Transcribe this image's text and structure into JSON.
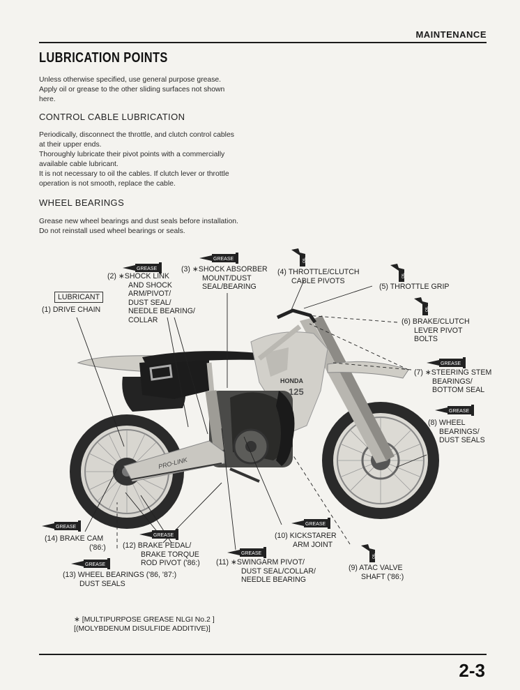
{
  "header": {
    "section": "MAINTENANCE"
  },
  "title": "LUBRICATION POINTS",
  "intro": [
    "Unless otherwise specified, use general purpose grease.",
    "Apply oil or grease to the other sliding surfaces not shown",
    "here."
  ],
  "control_cable": {
    "heading": "CONTROL CABLE LUBRICATION",
    "text": [
      "Periodically, disconnect the throttle, and clutch control cables",
      "at their upper ends.",
      "Thoroughly lubricate their pivot points with a commercially",
      "available cable lubricant.",
      "It is not necessary to oil the cables. If clutch lever or throttle",
      "operation is not smooth, replace the cable."
    ]
  },
  "wheel_bearings": {
    "heading": "WHEEL BEARINGS",
    "text": [
      "Grease new wheel bearings and dust seals before installation.",
      "Do not reinstall used wheel bearings or seals."
    ]
  },
  "icon_labels": {
    "grease": "GREASE",
    "oil": "OIL",
    "lubricant": "LUBRICANT"
  },
  "callouts": {
    "c1": [
      "(1) DRIVE CHAIN"
    ],
    "c2": [
      "(2) ∗SHOCK LINK",
      "AND SHOCK",
      "ARM/PIVOT/",
      "DUST SEAL/",
      "NEEDLE BEARING/",
      "COLLAR"
    ],
    "c3": [
      "(3) ∗SHOCK ABSORBER",
      "MOUNT/DUST",
      "SEAL/BEARING"
    ],
    "c4": [
      "(4) THROTTLE/CLUTCH",
      "CABLE PIVOTS"
    ],
    "c5": [
      "(5) THROTTLE GRIP"
    ],
    "c6": [
      "(6) BRAKE/CLUTCH",
      "LEVER PIVOT",
      "BOLTS"
    ],
    "c7": [
      "(7) ∗STEERING STEM",
      "BEARINGS/",
      "BOTTOM SEAL"
    ],
    "c8": [
      "(8) WHEEL",
      "BEARINGS/",
      "DUST SEALS"
    ],
    "c9": [
      "(9) ATAC VALVE",
      "SHAFT ('86:)"
    ],
    "c10": [
      "(10) KICKSTARER",
      "ARM JOINT"
    ],
    "c11": [
      "(11) ∗SWINGARM PIVOT/",
      "DUST SEAL/COLLAR/",
      "NEEDLE BEARING"
    ],
    "c12": [
      "(12) BRAKE PEDAL/",
      "BRAKE TORQUE",
      "ROD PIVOT ('86:)"
    ],
    "c13": [
      "(13) WHEEL BEARINGS ('86, '87:)",
      "DUST SEALS"
    ],
    "c14": [
      "(14) BRAKE CAM",
      "('86:)"
    ]
  },
  "bike_labels": {
    "brand": "HONDA",
    "model": "125",
    "swingarm": "PRO-LINK"
  },
  "footnote": [
    "∗ [MULTIPURPOSE GREASE NLGI No.2  ]",
    "   [(MOLYBDENUM DISULFIDE ADDITIVE)]"
  ],
  "page_number": "2-3"
}
